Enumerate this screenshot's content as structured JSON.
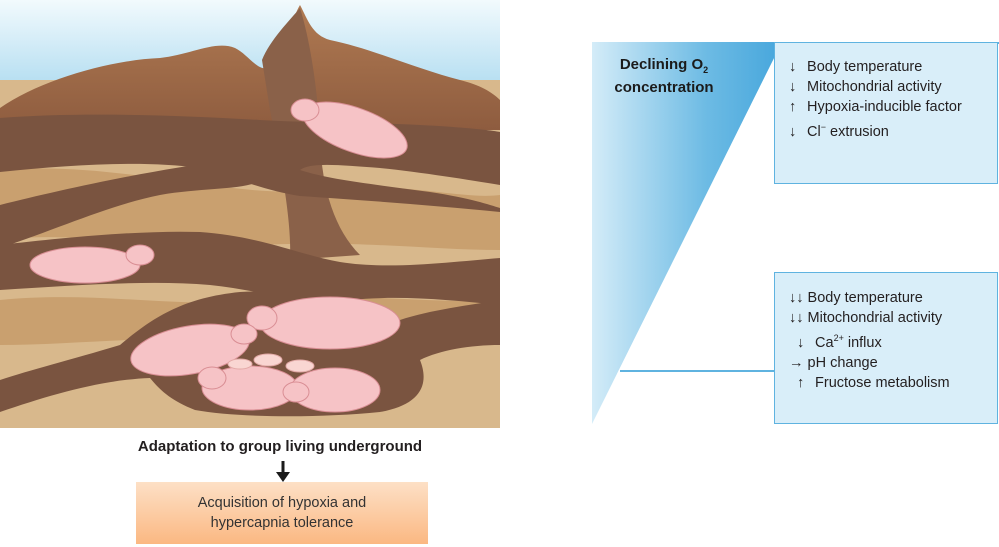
{
  "scene": {
    "caption": "Adaptation to group living underground"
  },
  "outcome": {
    "line1": "Acquisition of hypoxia and",
    "line2": "hypercapnia tolerance"
  },
  "o2_gradient": {
    "label_line1": "Declining O",
    "label_sub": "2",
    "label_line2": "concentration"
  },
  "stage1": {
    "items": [
      {
        "arrow": "↓",
        "text": "Body temperature"
      },
      {
        "arrow": "↓",
        "text": "Mitochondrial activity"
      },
      {
        "arrow": "↑",
        "text": "Hypoxia-inducible factor"
      },
      {
        "arrow": "↓",
        "text_pre": "Cl",
        "text_sup": "−",
        "text_post": " extrusion"
      }
    ]
  },
  "stage2": {
    "items": [
      {
        "arrow": "↓↓",
        "text": "Body temperature"
      },
      {
        "arrow": "↓↓",
        "text": "Mitochondrial activity"
      },
      {
        "arrow": "↓",
        "text_pre": "Ca",
        "text_sup": "2+",
        "text_post": " influx"
      },
      {
        "arrow": "→",
        "text": "pH change"
      },
      {
        "arrow": "↑",
        "text": "Fructose metabolism"
      }
    ]
  },
  "colors": {
    "sky_top": "#eef8fd",
    "sky_bottom": "#a9daf0",
    "soil_light": "#d9b98d",
    "soil_dark_layer": "#c99f6e",
    "tunnel": "#7a5440",
    "mound": "#a66f4b",
    "mole": "#f6c3c6",
    "wedge": "#5fb3e0",
    "box_fill": "#d9eef9",
    "outcome_top": "#fde0c6",
    "outcome_bottom": "#fbb882"
  }
}
